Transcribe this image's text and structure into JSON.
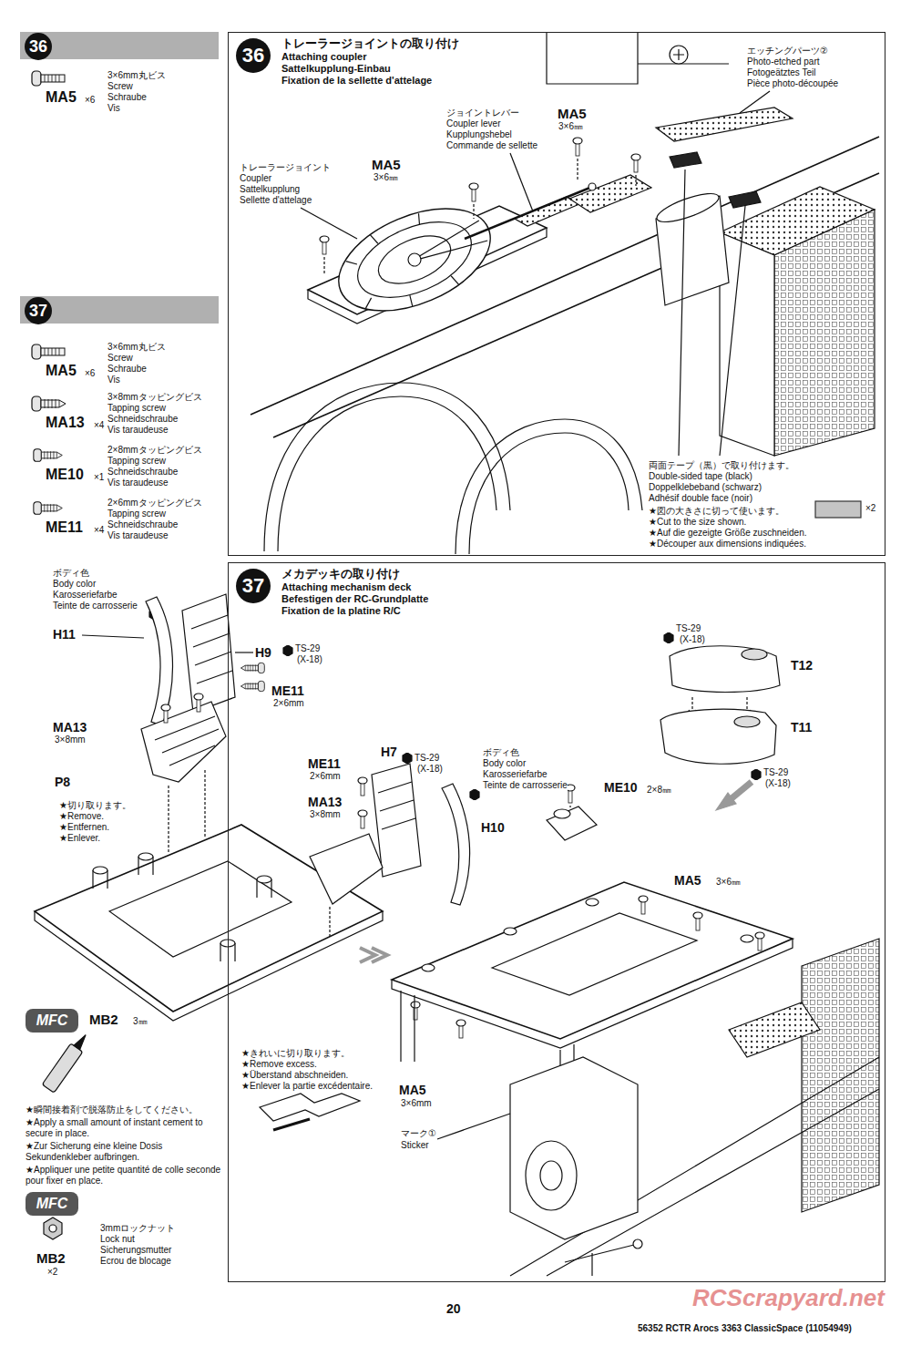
{
  "diagram": {
    "nodes": [
      {
        "text": [
          "36"
        ]
      },
      {
        "text": [
          "37"
        ]
      },
      {
        "text": [
          "トレーラージョイントの取り付け",
          "Attaching coupler",
          "Sattelkupplung-Einbau",
          "Fixation de la sellette d'attelage"
        ]
      },
      {
        "text": [
          "36"
        ],
        "in": 2
      },
      {
        "text": [
          "メカデッキの取り付け",
          "Attaching mechanism deck",
          "Befestigen der RC-Grundplatte",
          "Fixation de la platine R/C"
        ]
      },
      {
        "text": [
          "37"
        ],
        "in": 4
      },
      {
        "text": [
          "MFC"
        ]
      },
      {
        "text": [
          "MFC"
        ]
      }
    ],
    "labels": [
      "3×6mm丸ビス",
      "Screw",
      "Schraube",
      "Vis",
      "MA5",
      "×6",
      "3×6mm丸ビス",
      "Screw",
      "Schraube",
      "Vis",
      "MA5",
      "×6",
      "3×8mmタッピングビス",
      "Tapping screw",
      "Schneidschraube",
      "Vis taraudeuse",
      "MA13",
      "×4",
      "2×8mmタッピングビス",
      "Tapping screw",
      "Schneidschraube",
      "Vis taraudeuse",
      "ME10",
      "×1",
      "2×6mmタッピングビス",
      "Tapping screw",
      "Schneidschraube",
      "Vis taraudeuse",
      "ME11",
      "×4",
      "エッチングパーツ②",
      "Photo-etched part",
      "Fotogeätztes Teil",
      "Pièce photo-découpée",
      "ジョイントレバー",
      "Coupler lever",
      "Kupplungshebel",
      "Commande de sellette",
      "MA5",
      "3×6㎜",
      "トレーラージョイント",
      "Coupler",
      "Sattelkupplung",
      "Sellette d'attelage",
      "MA5",
      "3×6㎜",
      "両面テープ（黒）で取り付けます。",
      "Double-sided tape (black)",
      "Doppelklebeband (schwarz)",
      "Adhésif double face (noir)",
      "★図の大きさに切って使います。",
      "★Cut to the size shown.",
      "★Auf die gezeigte Größe zuschneiden.",
      "★Découper aux dimensions indiquées.",
      "×2",
      "ボディ色",
      "Body color",
      "Karosseriefarbe",
      "Teinte de carrosserie",
      "H11",
      "H9",
      "TS-29",
      "(X-18)",
      "ME11",
      "2×6mm",
      "MA13",
      "3×8mm",
      "P8",
      "★切り取ります。",
      "★Remove.",
      "★Entfernen.",
      "★Enlever.",
      "H7",
      "TS-29",
      "(X-18)",
      "ボディ色",
      "Body color",
      "Karosseriefarbe",
      "Teinte de carrosserie",
      "H10",
      "ME11",
      "2×6mm",
      "MA13",
      "3×8mm",
      "★きれいに切り取ります。",
      "★Remove excess.",
      "★Überstand abschneiden.",
      "★Enlever la partie excédentaire.",
      "TS-29",
      "(X-18)",
      "T12",
      "T11",
      "TS-29",
      "(X-18)",
      "ME10",
      "2×8㎜",
      "MA5",
      "3×6㎜",
      "MA5",
      "3×6mm",
      "マーク①",
      "Sticker",
      "MB2",
      "3㎜",
      "★瞬間接着剤で脱落防止をしてください。",
      "★Apply a small amount of instant cement to secure in place.",
      "★Zur Sicherung eine kleine Dosis Sekundenkleber aufbringen.",
      "★Appliquer une petite quantité de colle seconde pour fixer en place.",
      "MB2",
      "×2",
      "3mmロックナット",
      "Lock nut",
      "Sicherungsmutter",
      "Ecrou de blocage",
      "20",
      "56352 RCTR Arocs 3363 ClassicSpace (11054949)",
      "RCScrapyard.net"
    ]
  }
}
